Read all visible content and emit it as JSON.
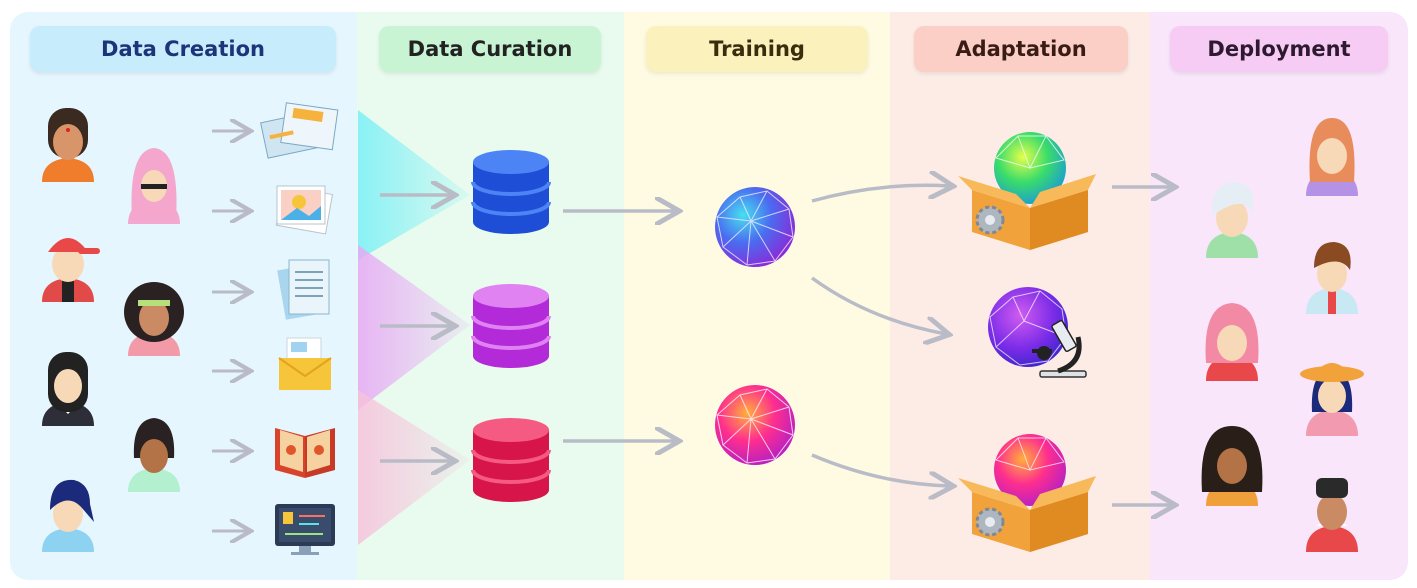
{
  "colors": {
    "creation_bg": "#e6f6fe",
    "curation_bg": "#e8fbee",
    "training_bg": "#fffbe3",
    "adaptation_bg": "#fdece6",
    "deployment_bg": "#f9e6fb",
    "arrow": "#b9bcc6"
  },
  "stages": [
    {
      "label": "Data Creation",
      "color": "#c7ecfc",
      "text_color": "#1d3479"
    },
    {
      "label": "Data Curation",
      "color": "#c8f4d3",
      "text_color": "#222222"
    },
    {
      "label": "Training",
      "color": "#fbf1bd",
      "text_color": "#3a2c0c"
    },
    {
      "label": "Adaptation",
      "color": "#fbcfc6",
      "text_color": "#3a1c16"
    },
    {
      "label": "Deployment",
      "color": "#f6cbf4",
      "text_color": "#2e1a30"
    }
  ],
  "icons": {
    "creators": [
      "person-icon",
      "person-icon",
      "person-icon",
      "person-icon",
      "person-icon",
      "person-icon",
      "person-icon"
    ],
    "data_types": [
      "newspaper-icon",
      "photo-icon",
      "document-icon",
      "email-icon",
      "book-icon",
      "code-icon"
    ],
    "databases": [
      "database-icon-blue",
      "database-icon-purple",
      "database-icon-red"
    ],
    "models": [
      "model-sphere-blue",
      "model-sphere-pink"
    ],
    "adapted": [
      "box-model-icon",
      "microscope-model-icon",
      "box-model-icon"
    ],
    "users": [
      "person-icon",
      "person-icon",
      "person-icon",
      "person-icon",
      "person-icon",
      "person-icon",
      "person-icon",
      "person-icon"
    ]
  }
}
